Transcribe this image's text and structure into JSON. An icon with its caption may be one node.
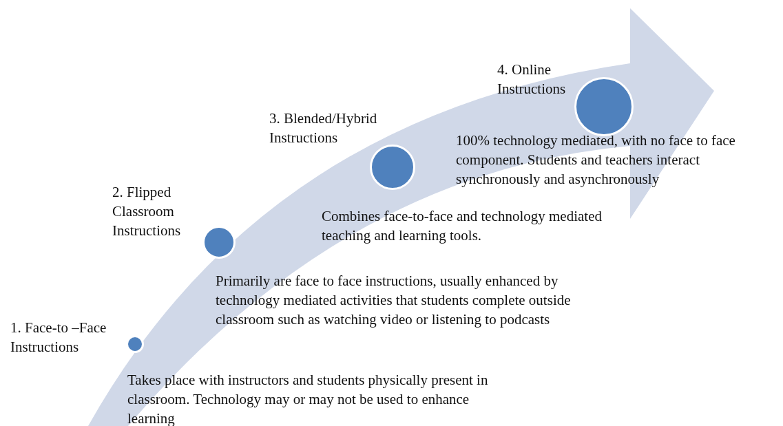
{
  "diagram": {
    "nodes": [
      {
        "text": [
          "1. Face-to –Face Instructions",
          "Takes place with instructors and students physically present in classroom. Technology may or may not be used to enhance learning"
        ]
      },
      {
        "text": [
          "2. Flipped Classroom Instructions",
          "Primarily are face to face instructions, usually enhanced by technology mediated activities that students complete outside classroom such as watching video or listening to podcasts"
        ]
      },
      {
        "text": [
          "3. Blended/Hybrid Instructions",
          "Combines face-to-face and technology mediated teaching and learning tools."
        ]
      },
      {
        "text": [
          "4. Online Instructions",
          "100% technology mediated, with no face to face component. Students and teachers interact synchronously and asynchronously"
        ]
      }
    ]
  }
}
